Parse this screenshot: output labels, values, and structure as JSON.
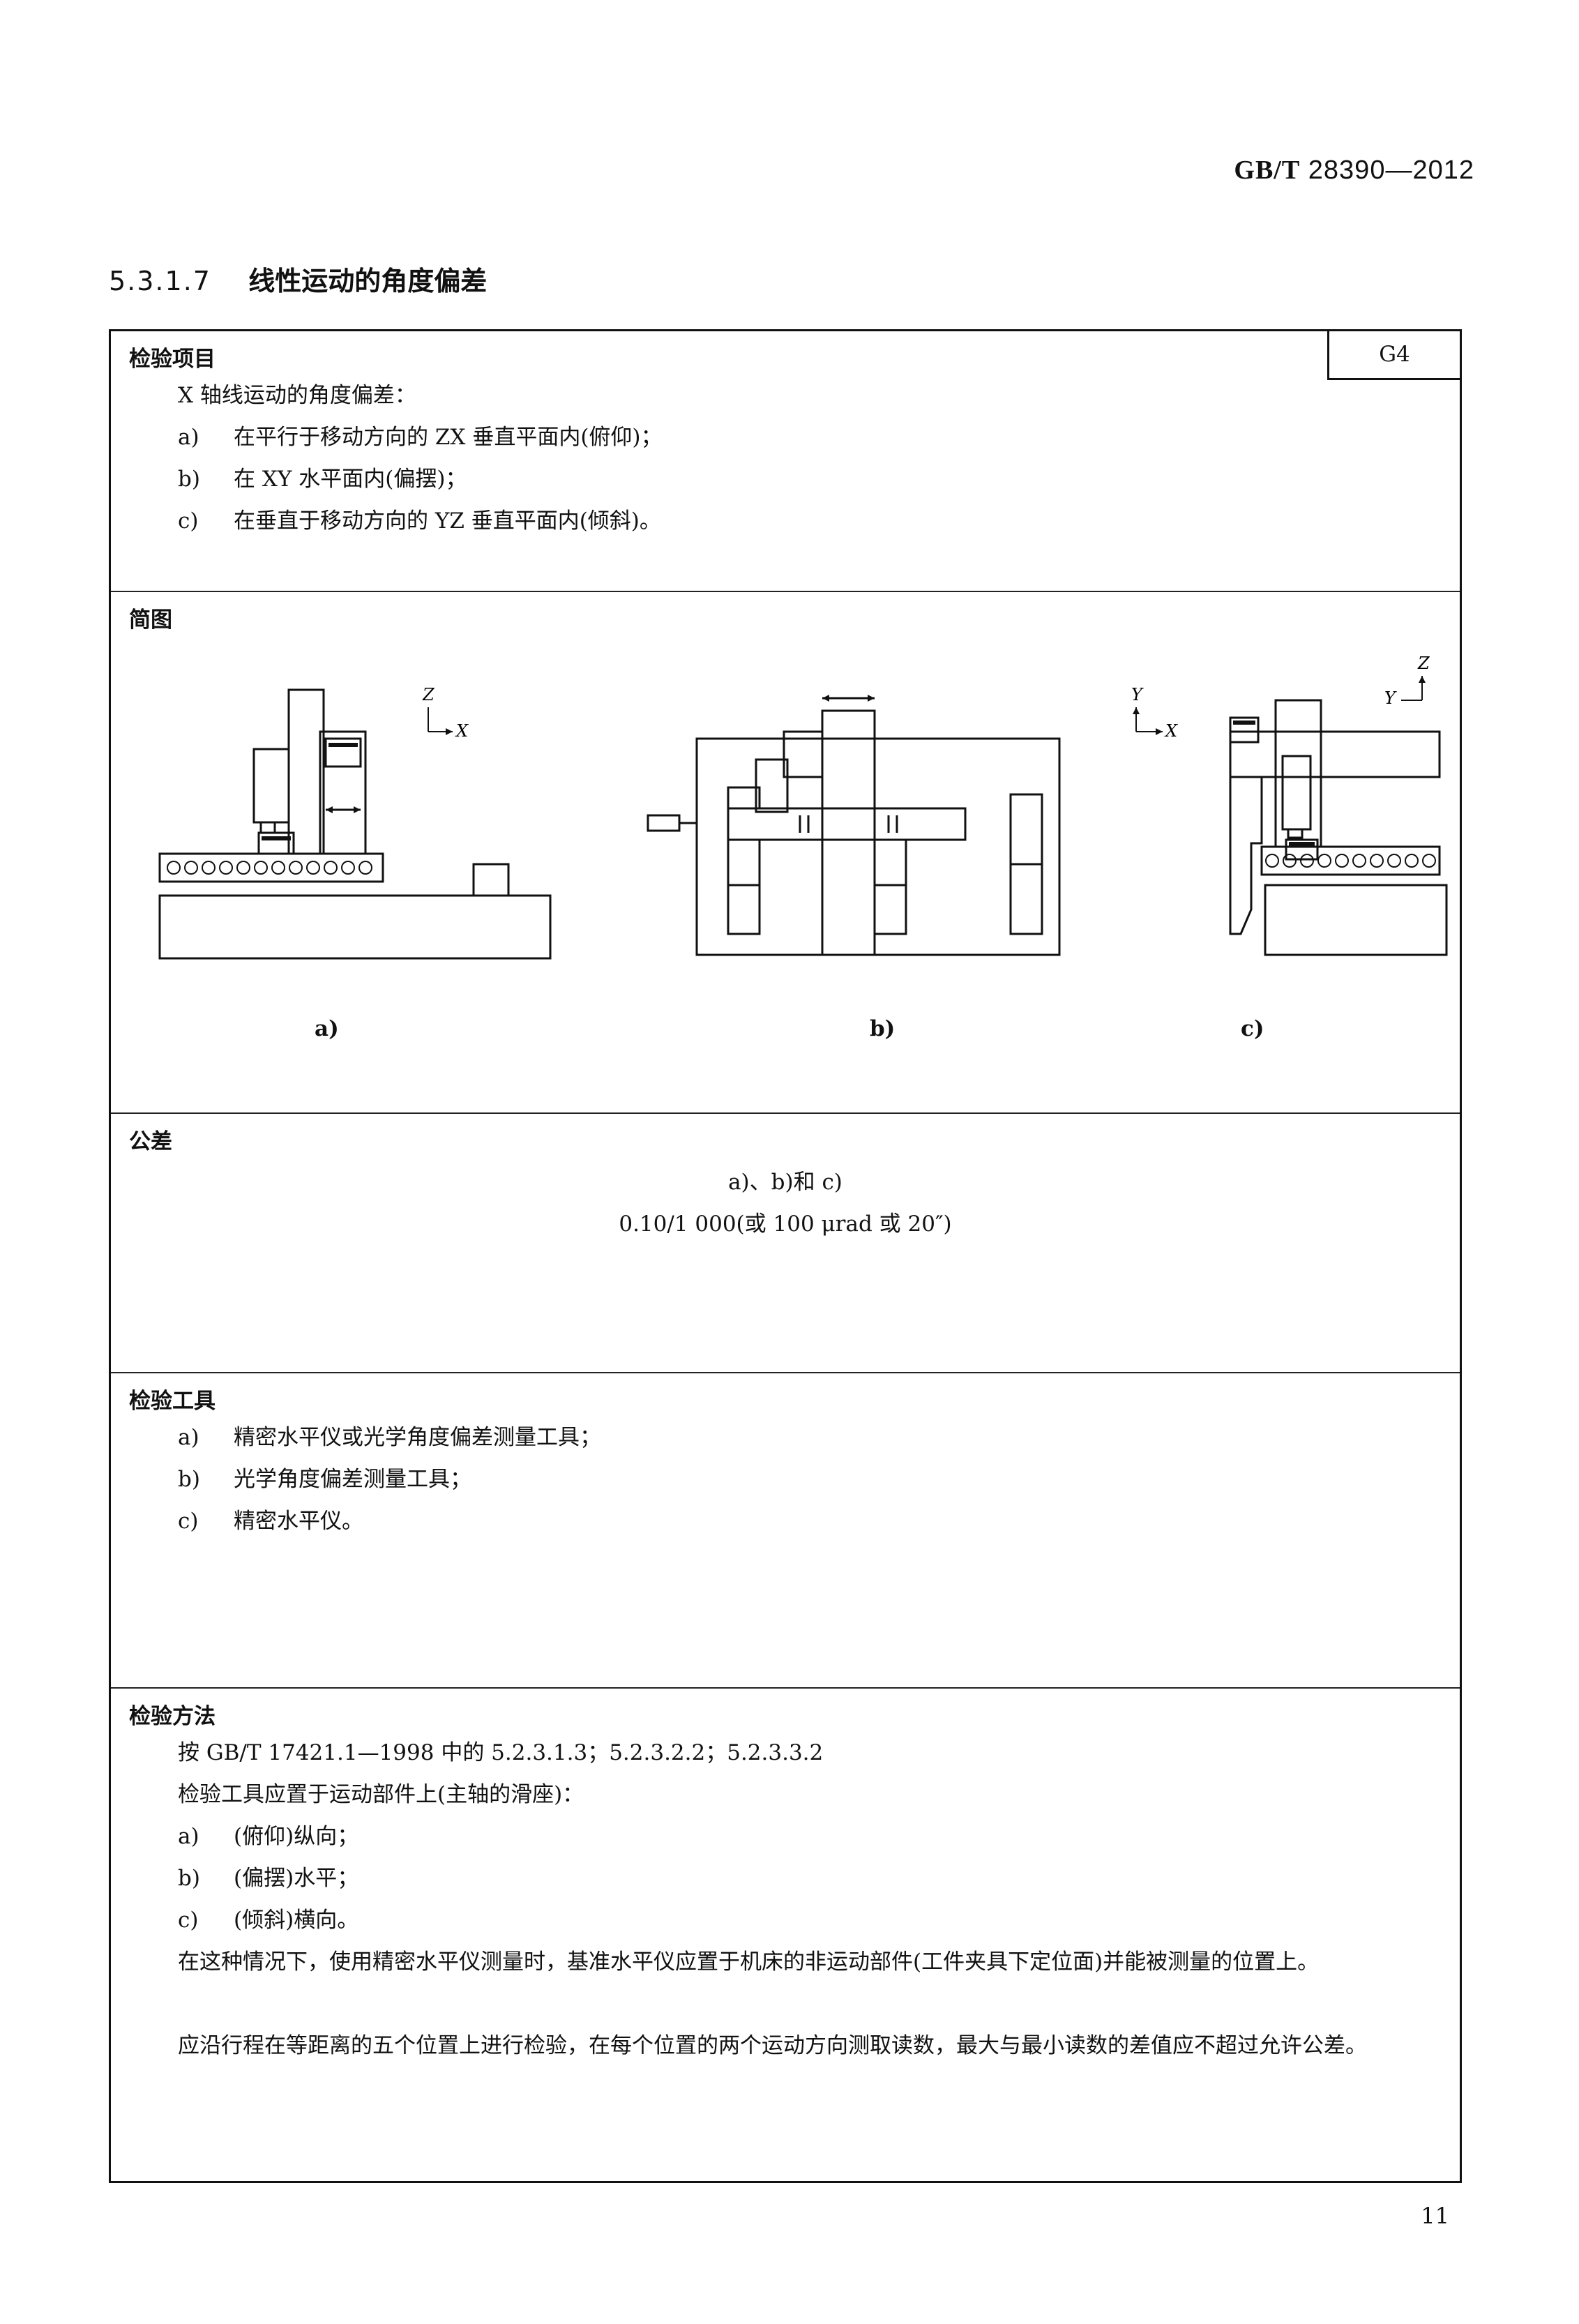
{
  "header": {
    "standard_prefix": "GB/T",
    "standard_number": "28390—2012"
  },
  "section_title": {
    "number": "5.3.1.7",
    "text": "线性运动的角度偏差"
  },
  "check_item": {
    "heading": "检验项目",
    "code": "G4",
    "intro": "X 轴线运动的角度偏差：",
    "items": [
      {
        "label": "a)",
        "text": "在平行于移动方向的 ZX 垂直平面内(俯仰)；"
      },
      {
        "label": "b)",
        "text": "在 XY 水平面内(偏摆)；"
      },
      {
        "label": "c)",
        "text": "在垂直于移动方向的 YZ 垂直平面内(倾斜)。"
      }
    ]
  },
  "diagram": {
    "heading": "简图",
    "captions": [
      "a)",
      "b)",
      "c)"
    ],
    "axes": {
      "a": {
        "v": "Z",
        "h": "X"
      },
      "b": {
        "v": "Y",
        "h": "X"
      },
      "c": {
        "v": "Z",
        "h": "Y"
      }
    }
  },
  "tolerance": {
    "heading": "公差",
    "line1": "a)、b)和 c)",
    "line2": "0.10/1 000(或 100 μrad 或 20″)"
  },
  "tools": {
    "heading": "检验工具",
    "items": [
      {
        "label": "a)",
        "text": "精密水平仪或光学角度偏差测量工具；"
      },
      {
        "label": "b)",
        "text": "光学角度偏差测量工具；"
      },
      {
        "label": "c)",
        "text": "精密水平仪。"
      }
    ]
  },
  "method": {
    "heading": "检验方法",
    "ref": "按 GB/T 17421.1—1998 中的 5.2.3.1.3；5.2.3.2.2；5.2.3.3.2",
    "line2": "检验工具应置于运动部件上(主轴的滑座)：",
    "items": [
      {
        "label": "a)",
        "text": "(俯仰)纵向；"
      },
      {
        "label": "b)",
        "text": "(偏摆)水平；"
      },
      {
        "label": "c)",
        "text": "(倾斜)横向。"
      }
    ],
    "para1": "在这种情况下，使用精密水平仪测量时，基准水平仪应置于机床的非运动部件(工件夹具下定位面)并能被测量的位置上。",
    "para2": "应沿行程在等距离的五个位置上进行检验，在每个位置的两个运动方向测取读数，最大与最小读数的差值应不超过允许公差。"
  },
  "page_number": "11"
}
